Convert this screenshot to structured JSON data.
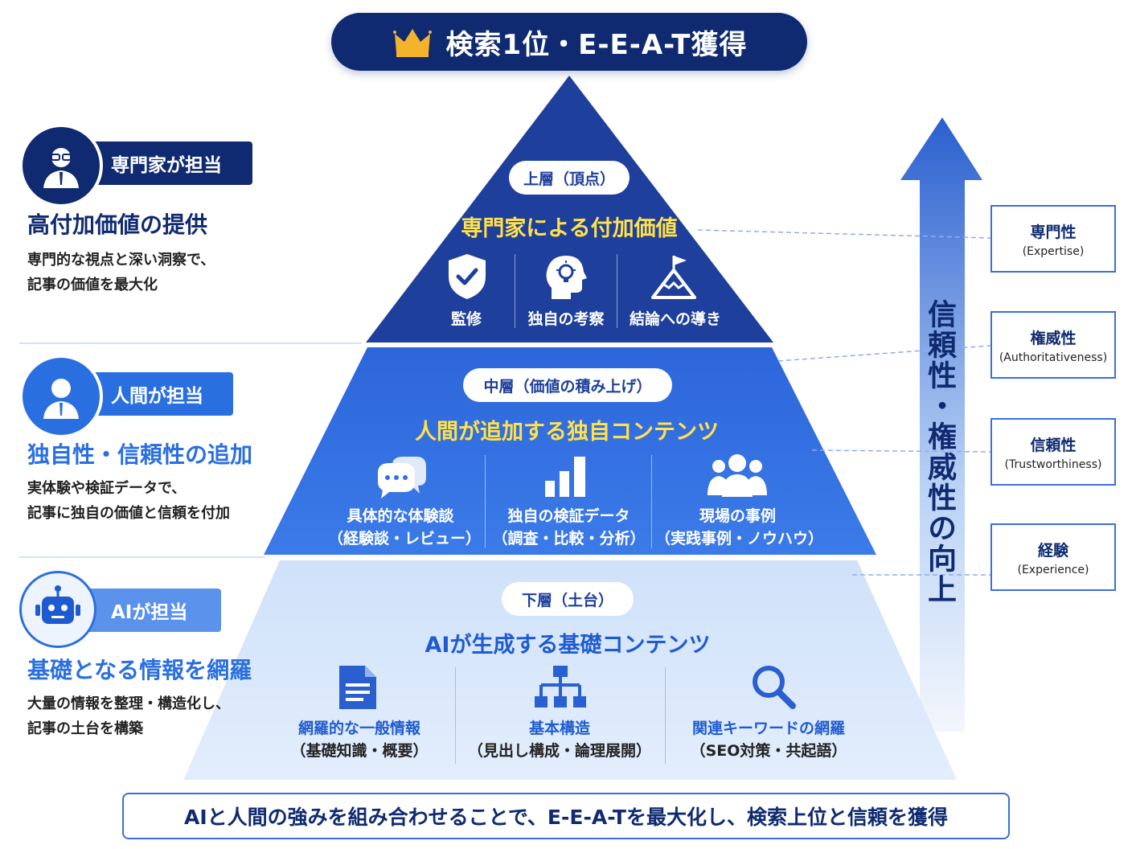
{
  "title": "検索1位・E-E-A-T獲得",
  "colors": {
    "navy": "#0f2a70",
    "top_layer": "#1e3f9c",
    "mid_layer": "#2f6fe0",
    "base_layer": "#d6e6fb",
    "accent_yellow": "#ffe14a",
    "accent_blue": "#2a6fe0"
  },
  "roles": [
    {
      "tag": "専門家が担当",
      "heading": "高付加価値の提供",
      "desc_line1": "専門的な視点と深い洞察で、",
      "desc_line2": "記事の価値を最大化",
      "icon": "expert-avatar-icon"
    },
    {
      "tag": "人間が担当",
      "heading": "独自性・信頼性の追加",
      "desc_line1": "実体験や検証データで、",
      "desc_line2": "記事に独自の価値と信頼を付加",
      "icon": "person-avatar-icon"
    },
    {
      "tag": "AIが担当",
      "heading": "基礎となる情報を網羅",
      "desc_line1": "大量の情報を整理・構造化し、",
      "desc_line2": "記事の土台を構築",
      "icon": "robot-icon"
    }
  ],
  "layers": {
    "top": {
      "pill": "上層（頂点）",
      "title": "専門家による付加価値",
      "items": [
        {
          "label": "監修",
          "icon": "shield-check-icon"
        },
        {
          "label": "独自の考察",
          "icon": "idea-head-icon"
        },
        {
          "label": "結論への導き",
          "icon": "mountain-flag-icon"
        }
      ]
    },
    "middle": {
      "pill": "中層（価値の積み上げ）",
      "title": "人間が追加する独自コンテンツ",
      "items": [
        {
          "label": "具体的な体験談",
          "sub": "（経験談・レビュー）",
          "icon": "chat-bubbles-icon"
        },
        {
          "label": "独自の検証データ",
          "sub": "（調査・比較・分析）",
          "icon": "bar-chart-icon"
        },
        {
          "label": "現場の事例",
          "sub": "（実践事例・ノウハウ）",
          "icon": "group-icon"
        }
      ]
    },
    "bottom": {
      "pill": "下層（土台）",
      "title": "AIが生成する基礎コンテンツ",
      "items": [
        {
          "label": "網羅的な一般情報",
          "sub": "（基礎知識・概要）",
          "icon": "document-icon"
        },
        {
          "label": "基本構造",
          "sub": "（見出し構成・論理展開）",
          "icon": "sitemap-icon"
        },
        {
          "label": "関連キーワードの網羅",
          "sub": "（SEO対策・共起語）",
          "icon": "search-icon"
        }
      ]
    }
  },
  "arrow_label": "信頼性・権威性の向上",
  "eeat": [
    {
      "jp": "専門性",
      "en": "(Expertise)"
    },
    {
      "jp": "権威性",
      "en": "(Authoritativeness)"
    },
    {
      "jp": "信頼性",
      "en": "(Trustworthiness)"
    },
    {
      "jp": "経験",
      "en": "(Experience)"
    }
  ],
  "footer": "AIと人間の強みを組み合わせることで、E-E-A-Tを最大化し、検索上位と信頼を獲得"
}
